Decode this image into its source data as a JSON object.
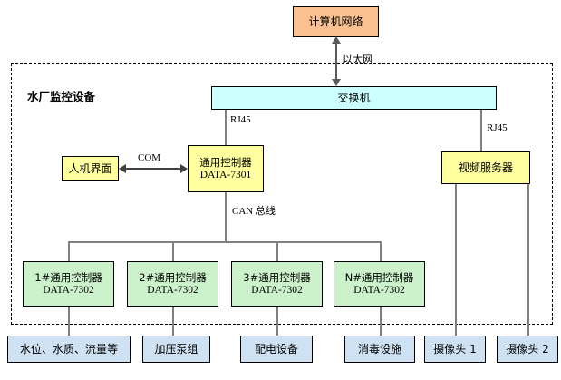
{
  "diagram": {
    "enclosure_title": "水厂监控设备",
    "nodes": {
      "network": {
        "label": "计算机网络",
        "color": "#fac090"
      },
      "switch": {
        "label": "交换机",
        "color": "#ccffff"
      },
      "hmi": {
        "label": "人机界面",
        "color": "#ffffa0"
      },
      "main_controller": {
        "line1": "通用控制器",
        "line2": "DATA-7301",
        "color": "#ffffa0"
      },
      "video_server": {
        "label": "视频服务器",
        "color": "#ffffa0"
      }
    },
    "controllers": [
      {
        "line1": "1#通用控制器",
        "line2": "DATA-7302"
      },
      {
        "line1": "2#通用控制器",
        "line2": "DATA-7302"
      },
      {
        "line1": "3#通用控制器",
        "line2": "DATA-7302"
      },
      {
        "line1": "N#通用控制器",
        "line2": "DATA-7302"
      }
    ],
    "field_devices": [
      {
        "label": "水位、水质、流量等"
      },
      {
        "label": "加压泵组"
      },
      {
        "label": "配电设备"
      },
      {
        "label": "消毒设施"
      },
      {
        "label": "摄像头 1"
      },
      {
        "label": "摄像头 2"
      }
    ],
    "link_labels": {
      "ethernet": "以太网",
      "rj45_left": "RJ45",
      "rj45_right": "RJ45",
      "com": "COM",
      "can_bus": "CAN 总线"
    },
    "colors": {
      "network_orange": "#fac090",
      "switch_blue": "#ccffff",
      "controller_yellow": "#ffffa0",
      "sub_controller_green": "#ccf2cc",
      "device_blue": "#cfe2f3",
      "connector_gray": "#808080",
      "border_black": "#000000"
    }
  }
}
